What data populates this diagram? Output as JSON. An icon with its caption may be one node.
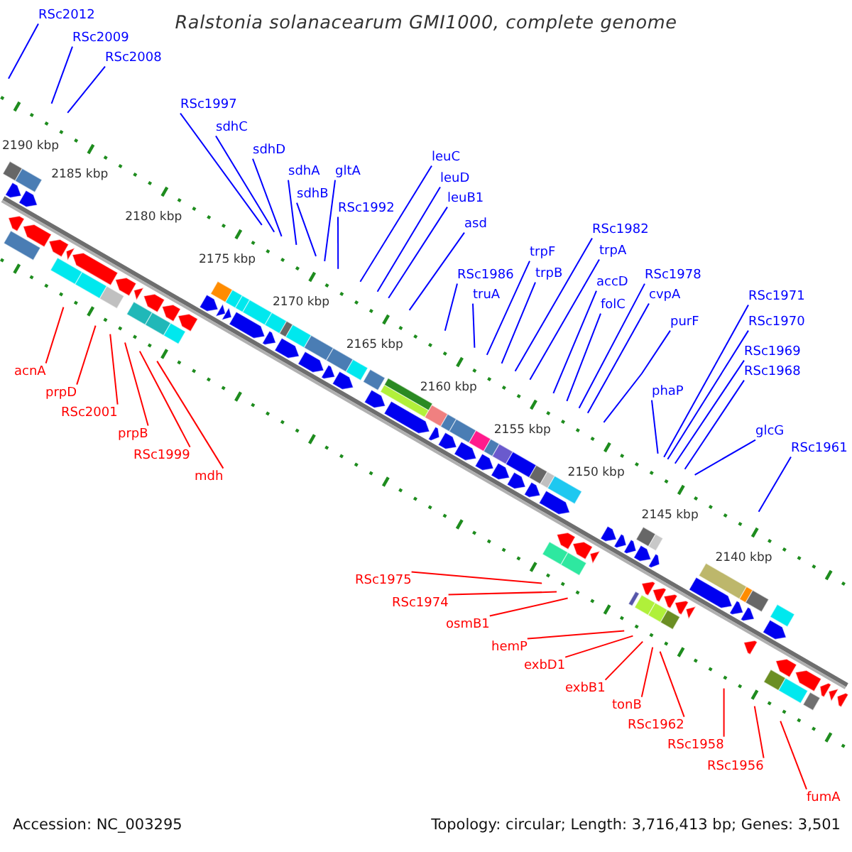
{
  "diagram": {
    "title": "Ralstonia solanacearum GMI1000, complete genome",
    "nodes": [
      {
        "text": [
          "RSc2012"
        ]
      },
      {
        "text": [
          "RSc2009"
        ]
      },
      {
        "text": [
          "RSc2008"
        ]
      },
      {
        "text": [
          "RSc1997"
        ]
      },
      {
        "text": [
          "sdhC"
        ]
      },
      {
        "text": [
          "sdhD"
        ]
      },
      {
        "text": [
          "sdhA"
        ]
      },
      {
        "text": [
          "sdhB"
        ]
      },
      {
        "text": [
          "gltA"
        ]
      },
      {
        "text": [
          "RSc1992"
        ]
      },
      {
        "text": [
          "leuC"
        ]
      },
      {
        "text": [
          "leuD"
        ]
      },
      {
        "text": [
          "leuB1"
        ]
      },
      {
        "text": [
          "asd"
        ]
      },
      {
        "text": [
          "RSc1986"
        ]
      },
      {
        "text": [
          "truA"
        ]
      },
      {
        "text": [
          "trpF"
        ]
      },
      {
        "text": [
          "trpB"
        ]
      },
      {
        "text": [
          "RSc1982"
        ]
      },
      {
        "text": [
          "trpA"
        ]
      },
      {
        "text": [
          "accD"
        ]
      },
      {
        "text": [
          "folC"
        ]
      },
      {
        "text": [
          "RSc1978"
        ]
      },
      {
        "text": [
          "cvpA"
        ]
      },
      {
        "text": [
          "purF"
        ]
      },
      {
        "text": [
          "phaP"
        ]
      },
      {
        "text": [
          "RSc1971"
        ]
      },
      {
        "text": [
          "RSc1970"
        ]
      },
      {
        "text": [
          "RSc1969"
        ]
      },
      {
        "text": [
          "RSc1968"
        ]
      },
      {
        "text": [
          "glcG"
        ]
      },
      {
        "text": [
          "RSc1961"
        ]
      },
      {
        "text": [
          "acnA"
        ]
      },
      {
        "text": [
          "prpD"
        ]
      },
      {
        "text": [
          "RSc2001"
        ]
      },
      {
        "text": [
          "prpB"
        ]
      },
      {
        "text": [
          "RSc1999"
        ]
      },
      {
        "text": [
          "mdh"
        ]
      },
      {
        "text": [
          "RSc1975"
        ]
      },
      {
        "text": [
          "RSc1974"
        ]
      },
      {
        "text": [
          "osmB1"
        ]
      },
      {
        "text": [
          "hemP"
        ]
      },
      {
        "text": [
          "exbD1"
        ]
      },
      {
        "text": [
          "exbB1"
        ]
      },
      {
        "text": [
          "tonB"
        ]
      },
      {
        "text": [
          "RSc1962"
        ]
      },
      {
        "text": [
          "RSc1958"
        ]
      },
      {
        "text": [
          "RSc1956"
        ]
      },
      {
        "text": [
          "fumA"
        ]
      }
    ],
    "edges": [
      {
        "from": 0,
        "to": null,
        "arrow": "none"
      },
      {
        "from": 1,
        "to": null,
        "arrow": "none"
      },
      {
        "from": 2,
        "to": null,
        "arrow": "none"
      },
      {
        "from": 3,
        "to": null,
        "arrow": "none"
      },
      {
        "from": 4,
        "to": null,
        "arrow": "none"
      },
      {
        "from": 5,
        "to": null,
        "arrow": "none"
      },
      {
        "from": 6,
        "to": null,
        "arrow": "none"
      },
      {
        "from": 7,
        "to": null,
        "arrow": "none"
      },
      {
        "from": 8,
        "to": null,
        "arrow": "none"
      },
      {
        "from": 9,
        "to": null,
        "arrow": "none"
      },
      {
        "from": 10,
        "to": null,
        "arrow": "none"
      },
      {
        "from": 11,
        "to": null,
        "arrow": "none"
      },
      {
        "from": 12,
        "to": null,
        "arrow": "none"
      },
      {
        "from": 13,
        "to": null,
        "arrow": "none"
      },
      {
        "from": 14,
        "to": null,
        "arrow": "none"
      },
      {
        "from": 15,
        "to": null,
        "arrow": "none"
      },
      {
        "from": 16,
        "to": null,
        "arrow": "none"
      },
      {
        "from": 17,
        "to": null,
        "arrow": "none"
      },
      {
        "from": 18,
        "to": null,
        "arrow": "none"
      },
      {
        "from": 19,
        "to": null,
        "arrow": "none"
      },
      {
        "from": 20,
        "to": null,
        "arrow": "none"
      },
      {
        "from": 21,
        "to": null,
        "arrow": "none"
      },
      {
        "from": 22,
        "to": null,
        "arrow": "none"
      },
      {
        "from": 23,
        "to": null,
        "arrow": "none"
      },
      {
        "from": 24,
        "to": null,
        "arrow": "none"
      },
      {
        "from": 25,
        "to": null,
        "arrow": "none"
      },
      {
        "from": 26,
        "to": null,
        "arrow": "none"
      },
      {
        "from": 27,
        "to": null,
        "arrow": "none"
      },
      {
        "from": 28,
        "to": null,
        "arrow": "none"
      },
      {
        "from": 29,
        "to": null,
        "arrow": "none"
      },
      {
        "from": 30,
        "to": null,
        "arrow": "none"
      },
      {
        "from": 31,
        "to": null,
        "arrow": "none"
      },
      {
        "from": 32,
        "to": null,
        "arrow": "none",
        "color": "#ff0000"
      },
      {
        "from": 33,
        "to": null,
        "arrow": "none",
        "color": "#ff0000"
      },
      {
        "from": 34,
        "to": null,
        "arrow": "none",
        "color": "#ff0000"
      },
      {
        "from": 35,
        "to": null,
        "arrow": "none",
        "color": "#ff0000"
      },
      {
        "from": 36,
        "to": null,
        "arrow": "none",
        "color": "#ff0000"
      },
      {
        "from": 37,
        "to": null,
        "arrow": "none",
        "color": "#ff0000"
      },
      {
        "from": 38,
        "to": null,
        "arrow": "none",
        "color": "#ff0000"
      },
      {
        "from": 39,
        "to": null,
        "arrow": "none",
        "color": "#ff0000"
      },
      {
        "from": 40,
        "to": null,
        "arrow": "none",
        "color": "#ff0000"
      },
      {
        "from": 41,
        "to": null,
        "arrow": "none",
        "color": "#ff0000"
      },
      {
        "from": 42,
        "to": null,
        "arrow": "none",
        "color": "#ff0000"
      },
      {
        "from": 43,
        "to": null,
        "arrow": "none",
        "color": "#ff0000"
      },
      {
        "from": 44,
        "to": null,
        "arrow": "none",
        "color": "#ff0000"
      },
      {
        "from": 45,
        "to": null,
        "arrow": "none",
        "color": "#ff0000"
      },
      {
        "from": 46,
        "to": null,
        "arrow": "none",
        "color": "#ff0000"
      },
      {
        "from": 47,
        "to": null,
        "arrow": "none",
        "color": "#ff0000"
      },
      {
        "from": 48,
        "to": null,
        "arrow": "none",
        "color": "#ff0000"
      }
    ],
    "labels": [
      "2190 kbp",
      "2185 kbp",
      "2180 kbp",
      "2175 kbp",
      "2170 kbp",
      "2165 kbp",
      "2160 kbp",
      "2155 kbp",
      "2150 kbp",
      "2145 kbp",
      "2140 kbp",
      "Accession: NC_003295",
      "Topology: circular; Length: 3,716,413 bp; Genes: 3,501"
    ]
  }
}
